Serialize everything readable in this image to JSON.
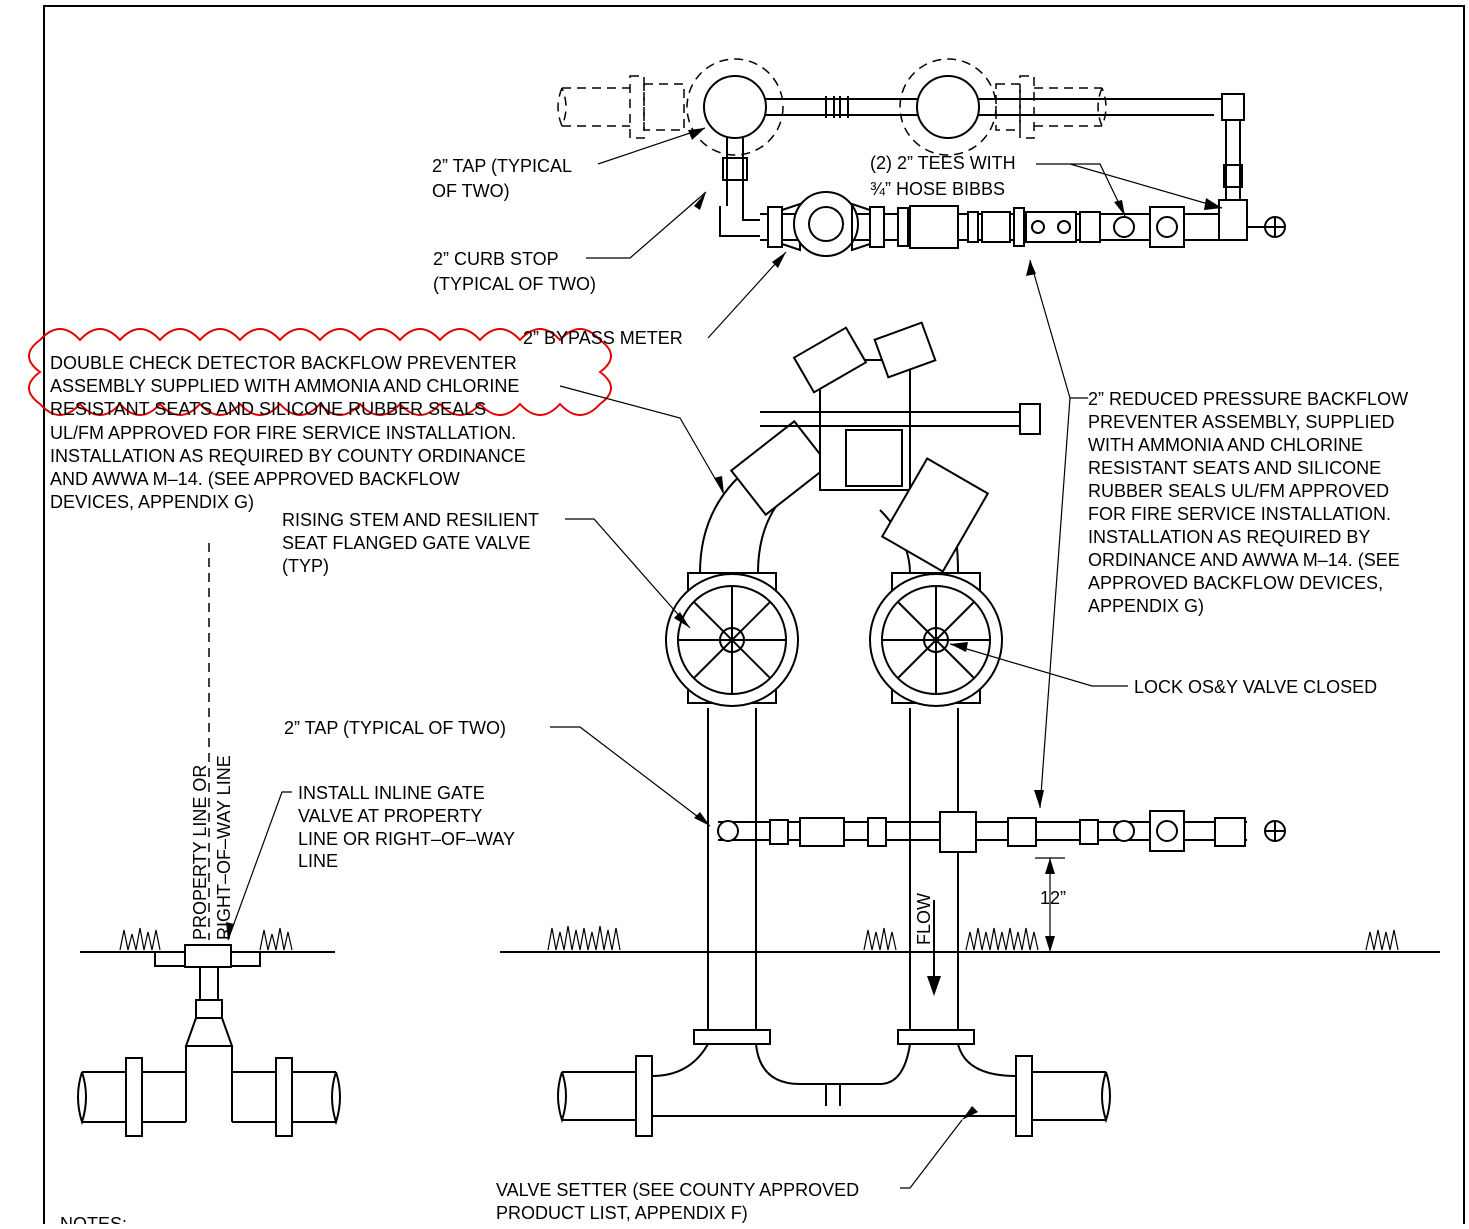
{
  "labels": {
    "tap_top": [
      "2” TAP (TYPICAL",
      "OF TWO)"
    ],
    "tees": [
      "(2) 2” TEES WITH",
      "¾” HOSE BIBBS"
    ],
    "curb_stop": [
      "2” CURB STOP",
      "(TYPICAL OF TWO)"
    ],
    "bypass_meter": "2” BYPASS METER",
    "dcda": [
      "DOUBLE CHECK DETECTOR BACKFLOW PREVENTER",
      "ASSEMBLY SUPPLIED WITH AMMONIA AND CHLORINE",
      "RESISTANT SEATS AND SILICONE RUBBER SEALS",
      "UL/FM APPROVED FOR FIRE SERVICE INSTALLATION.",
      "INSTALLATION AS REQUIRED BY COUNTY ORDINANCE",
      "AND AWWA M–14. (SEE APPROVED BACKFLOW",
      "DEVICES, APPENDIX G)"
    ],
    "rpba": [
      "2” REDUCED PRESSURE BACKFLOW",
      "PREVENTER ASSEMBLY, SUPPLIED",
      "WITH AMMONIA AND CHLORINE",
      "RESISTANT SEATS AND SILICONE",
      "RUBBER SEALS UL/FM APPROVED",
      "FOR FIRE SERVICE INSTALLATION.",
      "INSTALLATION AS REQUIRED BY",
      "ORDINANCE AND AWWA M–14. (SEE",
      "APPROVED BACKFLOW DEVICES,",
      "APPENDIX G)"
    ],
    "gate_valve": [
      "RISING STEM AND RESILIENT",
      "SEAT FLANGED GATE VALVE",
      "(TYP)"
    ],
    "lock_osy": "LOCK OS&Y VALVE CLOSED",
    "tap_mid": "2” TAP (TYPICAL OF TWO)",
    "inline_gate": [
      "INSTALL INLINE GATE",
      "VALVE AT PROPERTY",
      "LINE OR RIGHT–OF–WAY",
      "LINE"
    ],
    "property_line": [
      "PROPERTY LINE OR",
      "RIGHT–OF–WAY LINE"
    ],
    "flow": "FLOW",
    "dim_12": "12”",
    "valve_setter": [
      "VALVE SETTER (SEE COUNTY APPROVED",
      "PRODUCT LIST, APPENDIX F)"
    ],
    "notes": "NOTES:"
  },
  "colors": {
    "line": "#000000",
    "revision_cloud": "#e00000",
    "background": "#ffffff"
  }
}
